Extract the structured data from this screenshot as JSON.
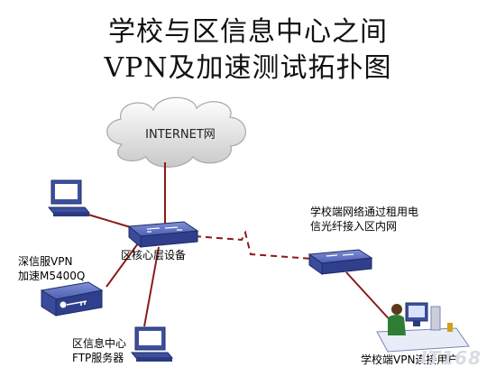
{
  "title_line1": "学校与区信息中心之间",
  "title_line2": "VPN及加速测试拓扑图",
  "labels": {
    "internet": "INTERNET网",
    "core_switch": "区核心层设备",
    "vpn_device_line1": "深信服VPN",
    "vpn_device_line2": "加速M5400Q",
    "ftp_line1": "区信息中心",
    "ftp_line2": "FTP服务器",
    "school_line1": "学校端网络通过租用电",
    "school_line2": "信光纤接入区内网",
    "vpn_user": "学校端VPN连接用户"
  },
  "colors": {
    "link": "#8b1a1a",
    "device_blue": "#3d4f9e",
    "cloud_fill": "#e3e3e3"
  }
}
